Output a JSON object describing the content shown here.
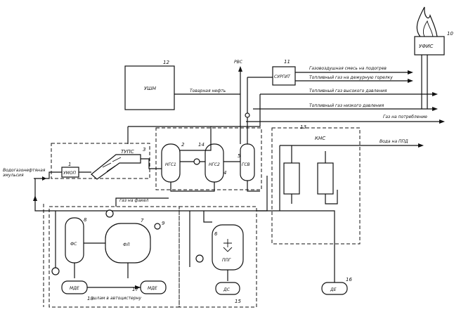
{
  "units": {
    "ugn": "УШН",
    "surgit": "СУРГИТ",
    "ufis": "УФИС",
    "tups": "ТУПС",
    "umop": "УМОП",
    "ngs1": "НГС1",
    "ngs2": "НГС2",
    "gs": "ГСВ",
    "kns": "КНС",
    "fs": "ФС",
    "fl": "ФЛ",
    "ppg": "ППГ",
    "mde1": "МДЕ",
    "mde2": "МДЕ",
    "ds": "ДС",
    "de": "ДЕ"
  },
  "numbers": {
    "n1": "1",
    "n2": "2",
    "n3": "3",
    "n4": "4",
    "n5": "5",
    "n6": "6",
    "n7": "7",
    "n8": "8",
    "n9": "9",
    "n10": "10",
    "n11": "11",
    "n12": "12",
    "n13": "13",
    "n14": "14",
    "n15": "15",
    "n16": "16",
    "n17": "17",
    "n18": "18"
  },
  "streams": {
    "gas_air_mix": "Газовоздушная смесь на подогрев",
    "fuel_gas_burner": "Топливный газ на дежурную горелку",
    "fuel_gas_high": "Топливный газ высокого давления",
    "fuel_gas_low": "Топливный газ низкого давления",
    "gas_consumption": "Газ на потребление",
    "commodity_oil": "Товарная нефть",
    "rvs": "РВС",
    "water_ppd": "Вода на ППД",
    "gas_flare": "газ на факел",
    "sludge": "шлам в автоцистерну",
    "inlet_line1": "Водогазонефтяная",
    "inlet_line2": "эмульсия"
  }
}
